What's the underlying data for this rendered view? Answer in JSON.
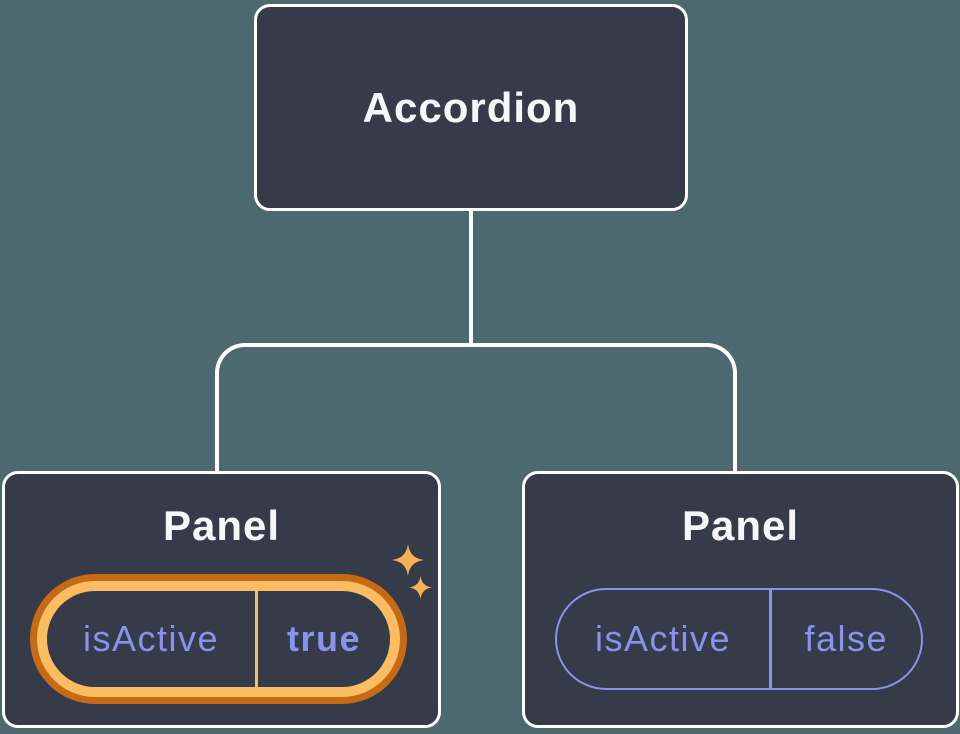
{
  "tree": {
    "root": {
      "label": "Accordion"
    },
    "panels": [
      {
        "title": "Panel",
        "state": {
          "name": "isActive",
          "value": "true"
        },
        "highlighted": true
      },
      {
        "title": "Panel",
        "state": {
          "name": "isActive",
          "value": "false"
        },
        "highlighted": false
      }
    ]
  },
  "icons": {
    "sparkle": "✦ four-point star"
  },
  "colors": {
    "background": "#4C6970",
    "node_fill": "#353B48",
    "node_border": "#FFFFFF",
    "connector": "#FFFFFF",
    "title_text": "#F6F7F9",
    "state_text": "#8A92EC",
    "highlight_ring_outer": "#C76A15",
    "highlight_ring_inner": "#FABD62",
    "sparkle": "#F5B155"
  }
}
